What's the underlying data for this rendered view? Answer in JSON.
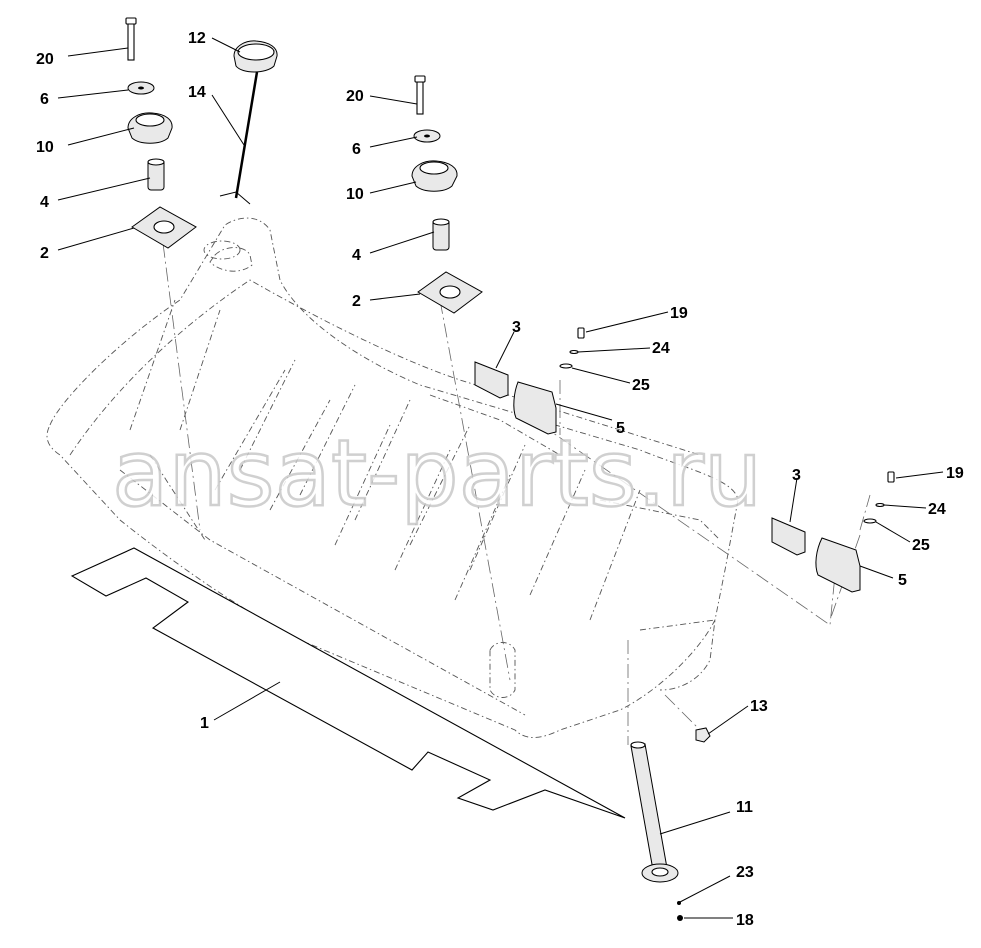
{
  "watermark": "ansat-parts.ru",
  "callouts": [
    {
      "id": "l20a",
      "text": "20"
    },
    {
      "id": "l6a",
      "text": "6"
    },
    {
      "id": "l10a",
      "text": "10"
    },
    {
      "id": "l4a",
      "text": "4"
    },
    {
      "id": "l2a",
      "text": "2"
    },
    {
      "id": "l12",
      "text": "12"
    },
    {
      "id": "l14",
      "text": "14"
    },
    {
      "id": "l20b",
      "text": "20"
    },
    {
      "id": "l6b",
      "text": "6"
    },
    {
      "id": "l10b",
      "text": "10"
    },
    {
      "id": "l4b",
      "text": "4"
    },
    {
      "id": "l2b",
      "text": "2"
    },
    {
      "id": "l3a",
      "text": "3"
    },
    {
      "id": "l19a",
      "text": "19"
    },
    {
      "id": "l24a",
      "text": "24"
    },
    {
      "id": "l25a",
      "text": "25"
    },
    {
      "id": "l5a",
      "text": "5"
    },
    {
      "id": "l3b",
      "text": "3"
    },
    {
      "id": "l19b",
      "text": "19"
    },
    {
      "id": "l24b",
      "text": "24"
    },
    {
      "id": "l25b",
      "text": "25"
    },
    {
      "id": "l5b",
      "text": "5"
    },
    {
      "id": "l1",
      "text": "1"
    },
    {
      "id": "l13",
      "text": "13"
    },
    {
      "id": "l11",
      "text": "11"
    },
    {
      "id": "l23",
      "text": "23"
    },
    {
      "id": "l18",
      "text": "18"
    }
  ]
}
